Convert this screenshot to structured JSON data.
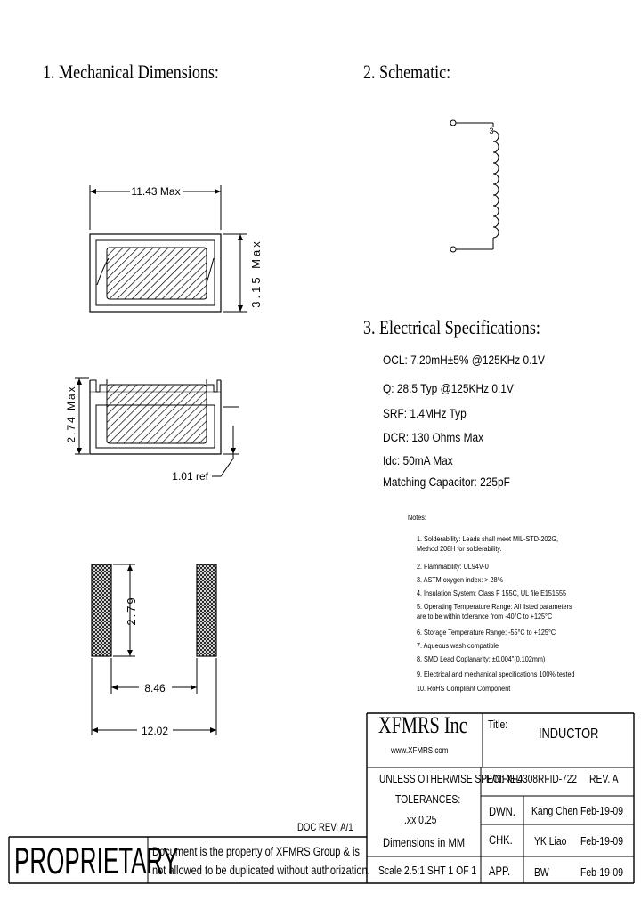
{
  "sections": {
    "mechanical": "1. Mechanical Dimensions:",
    "schematic": "2. Schematic:",
    "electrical": "3. Electrical Specifications:"
  },
  "dimensions": {
    "length_max": "11.43 Max",
    "width_max": "3.15 Max",
    "height_max": "2.74 Max",
    "ref": "1.01 ref",
    "pad_height": "2.79",
    "pad_inner": "8.46",
    "pad_outer": "12.02"
  },
  "schematic": {
    "dot": "3"
  },
  "electrical_specs": [
    "OCL: 7.20mH±5% @125KHz 0.1V",
    "Q: 28.5 Typ @125KHz 0.1V",
    "SRF: 1.4MHz Typ",
    "DCR: 130 Ohms Max",
    "Idc: 50mA Max",
    "Matching Capacitor: 225pF"
  ],
  "notes_title": "Notes:",
  "notes": [
    "1. Solderability: Leads shall meet MIL-STD-202G,",
    "    Method 208H for solderability.",
    "2. Flammability: UL94V-0",
    "3. ASTM oxygen index: > 28%",
    "4. Insulation System: Class F 155C, UL file E151555",
    "5. Operating Temperature Range: All listed parameters",
    "    are to be within tolerance from -40°C to +125°C",
    "6. Storage Temperature Range: -55°C to +125°C",
    "7. Aqueous wash compatible",
    "8. SMD Lead Coplanarity: ±0.004\"(0.102mm)",
    "9. Electrical and mechanical specifications 100% tested",
    "10. RoHS Compliant Component"
  ],
  "title_block": {
    "company": "XFMRS Inc",
    "website": "www.XFMRS.com",
    "title_label": "Title:",
    "title_value": "INDUCTOR",
    "unless": "UNLESS OTHERWISE SPECIFIED",
    "tolerances": "TOLERANCES:",
    "tol_value": ".xx  0.25",
    "dimensions_in": "Dimensions in MM",
    "pn": "P/N: XF4308RFID-722",
    "rev": "REV. A",
    "dwn_label": "DWN.",
    "dwn_name": "Kang Chen",
    "dwn_date": "Feb-19-09",
    "chk_label": "CHK.",
    "chk_name": "YK Liao",
    "chk_date": "Feb-19-09",
    "app_label": "APP.",
    "app_name": "BW",
    "app_date": "Feb-19-09",
    "scale": "Scale 2.5:1 SHT 1 OF 1",
    "doc_rev": "DOC REV: A/1",
    "proprietary": "PROPRIETARY",
    "prop_line1": "Document is the property of XFMRS Group & is",
    "prop_line2": "not allowed to be duplicated without authorization."
  }
}
